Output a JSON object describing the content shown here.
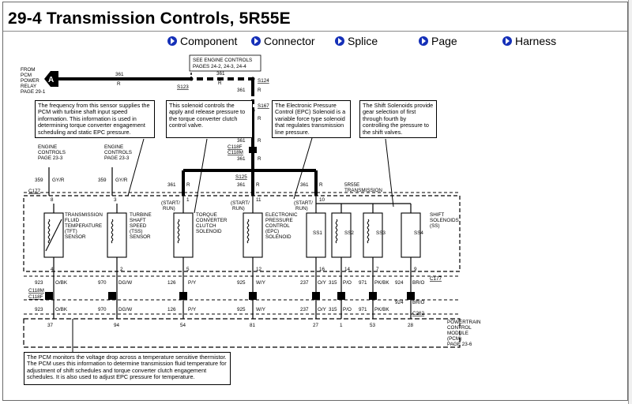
{
  "title": "29-4 Transmission Controls, 5R55E",
  "nav": [
    "Component",
    "Connector",
    "Splice",
    "Page",
    "Harness"
  ],
  "colors": {
    "nav_icon": "#1530b8",
    "wire": "#000000"
  },
  "diagram": {
    "from_pcm": [
      "FROM",
      "PCM",
      "POWER",
      "RELAY",
      "PAGE 29-1"
    ],
    "a_label": "A",
    "see_engine": [
      "SEE ENGINE CONTROLS",
      "PAGES 24-2, 24-3, 24-4"
    ],
    "circuit_361": "361",
    "r": "R",
    "s123": "S123",
    "s124": "S124",
    "s167": "S167",
    "c118f": "C118F",
    "c118m": "C118M",
    "s125": "S125",
    "c177": "C177",
    "c262": "C262",
    "engine_controls": [
      "ENGINE",
      "CONTROLS",
      "PAGE 23-3"
    ],
    "engine_controls_2": [
      "ENGINE",
      "CONTROLS",
      "PAGE 23-3"
    ],
    "w359": "359",
    "gyr": "GY/R",
    "transmission": [
      "5R55E",
      "TRANSMISSION"
    ],
    "pin_top": [
      "8",
      "3",
      "1",
      "11",
      "10"
    ],
    "start_run": [
      "(START/",
      "RUN)"
    ],
    "comp_tft": [
      "TRANSMISSION",
      "FLUID",
      "TEMPERATURE",
      "(TFT)",
      "SENSOR"
    ],
    "comp_tss": [
      "TURBINE",
      "SHAFT",
      "SPEED",
      "(TSS)",
      "SENSOR"
    ],
    "comp_tcc": [
      "TORQUE",
      "CONVERTER",
      "CLUTCH",
      "SOLENOID"
    ],
    "comp_epc": [
      "ELECTRONIC",
      "PRESSURE",
      "CONTROL",
      "(EPC)",
      "SOLENOID"
    ],
    "comp_ss": [
      "SHIFT",
      "SOLENOIDS",
      "(SS)"
    ],
    "ss_names": [
      "SS1",
      "SS2",
      "SS3",
      "SS4"
    ],
    "pin_bot": [
      "4",
      "2",
      "5",
      "12",
      "16",
      "14",
      "7",
      "9"
    ],
    "wires_bot": [
      {
        "num": "923",
        "color": "O/BK"
      },
      {
        "num": "970",
        "color": "DG/W"
      },
      {
        "num": "126",
        "color": "P/Y"
      },
      {
        "num": "925",
        "color": "W/Y"
      },
      {
        "num": "237",
        "color": "O/Y"
      },
      {
        "num": "315",
        "color": "P/O"
      },
      {
        "num": "971",
        "color": "PK/BK"
      },
      {
        "num": "924",
        "color": "BR/O"
      }
    ],
    "pcm_pins": [
      "37",
      "94",
      "54",
      "81",
      "27",
      "1",
      "53",
      "28"
    ],
    "pcm_label": [
      "POWERTRAIN",
      "CONTROL",
      "MODULE",
      "(PCM)",
      "PAGE 23-6"
    ]
  },
  "notes": {
    "tss": "The frequency from this sensor supplies the PCM with turbine shaft input speed information. This information is used in determining torque converter engagement scheduling and static EPC pressure.",
    "tcc": "This solenoid controls the apply and release pressure to the torque converter clutch control valve.",
    "epc": "The Electronic Pressure Control (EPC) Solenoid is a variable force type solenoid that regulates transmission line pressure.",
    "ss": "The Shift Solenoids provide gear selection of first through fourth by controlling the pressure to the shift valves.",
    "tft": "The PCM monitors the voltage drop across a temperature sensitive thermistor. The PCM uses this information to determine transmission fluid temperature for adjustment of shift schedules and torque converter clutch engagement schedules. It is also used to adjust EPC pressure for temperature."
  }
}
